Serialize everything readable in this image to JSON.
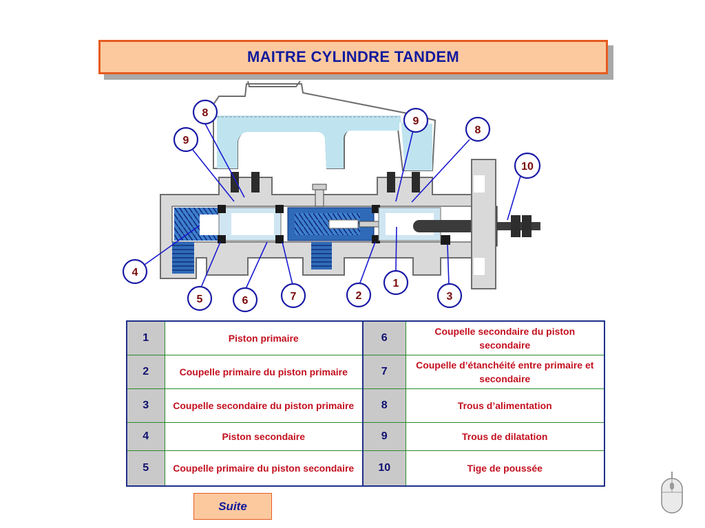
{
  "title": "MAITRE CYLINDRE TANDEM",
  "callouts": [
    "1",
    "2",
    "3",
    "4",
    "5",
    "6",
    "7",
    "8",
    "8",
    "9",
    "9",
    "10"
  ],
  "legend": [
    {
      "left_num": "1",
      "left_label": "Piston primaire",
      "right_num": "6",
      "right_label": "Coupelle secondaire du piston secondaire"
    },
    {
      "left_num": "2",
      "left_label": "Coupelle primaire du piston primaire",
      "right_num": "7",
      "right_label": "Coupelle d’étanchéité entre primaire et secondaire"
    },
    {
      "left_num": "3",
      "left_label": "Coupelle secondaire du piston primaire",
      "right_num": "8",
      "right_label": "Trous d’alimentation"
    },
    {
      "left_num": "4",
      "left_label": "Piston secondaire",
      "right_num": "9",
      "right_label": "Trous de dilatation"
    },
    {
      "left_num": "5",
      "left_label": "Coupelle primaire du piston secondaire",
      "right_num": "10",
      "right_label": "Tige de poussée"
    }
  ],
  "suite_label": "Suite",
  "colors": {
    "title_fill": "#fcc99f",
    "title_border": "#e55b1f",
    "title_text": "#111a9c",
    "label_text": "#c3101f",
    "num_fill": "#c9c9c9",
    "piston_blue": "#2f6ab8"
  },
  "icons": [
    "mouse-icon"
  ]
}
